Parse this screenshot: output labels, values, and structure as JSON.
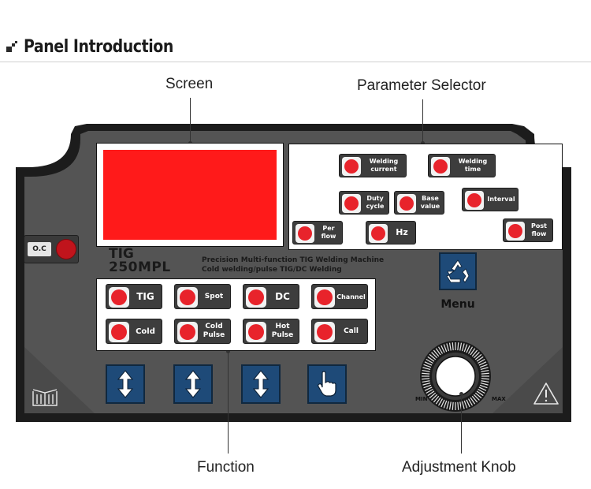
{
  "header": {
    "title": "Panel Introduction"
  },
  "callouts": {
    "screen": "Screen",
    "parameter_selector": "Parameter Selector",
    "function": "Function",
    "adjustment_knob": "Adjustment Knob"
  },
  "parameter_buttons": [
    {
      "id": "welding-current",
      "label": "Welding current"
    },
    {
      "id": "welding-time",
      "label": "Welding time"
    },
    {
      "id": "duty-cycle",
      "label": "Duty cycle"
    },
    {
      "id": "base-value",
      "label": "Base value"
    },
    {
      "id": "interval",
      "label": "Interval"
    },
    {
      "id": "per-flow",
      "label": "Per flow"
    },
    {
      "id": "hz",
      "label": "Hz"
    },
    {
      "id": "post-flow",
      "label": "Post flow"
    }
  ],
  "function_buttons": [
    {
      "id": "tig",
      "label": "TIG"
    },
    {
      "id": "spot",
      "label": "Spot"
    },
    {
      "id": "dc",
      "label": "DC"
    },
    {
      "id": "channel",
      "label": "Channel"
    },
    {
      "id": "cold",
      "label": "Cold"
    },
    {
      "id": "cold-pulse",
      "label": "Cold Pulse"
    },
    {
      "id": "hot-pulse",
      "label": "Hot Pulse"
    },
    {
      "id": "call",
      "label": "Call"
    }
  ],
  "model": {
    "line1": "TIG",
    "line2": "250MPL",
    "desc1": "Precision Multi-function TIG Welding Machine",
    "desc2": "Cold welding/pulse TIG/DC Welding"
  },
  "oc_label": "O.C",
  "menu_label": "Menu",
  "knob": {
    "min": "MIN",
    "max": "MAX"
  },
  "colors": {
    "panel": "#545454",
    "led": "#e8232b",
    "screen": "#ff1a1a",
    "nav_button": "#1e4a78"
  },
  "icons": [
    "recycle-icon",
    "up-down-arrow-icon",
    "hand-pointer-icon",
    "book-icon",
    "warning-icon"
  ]
}
